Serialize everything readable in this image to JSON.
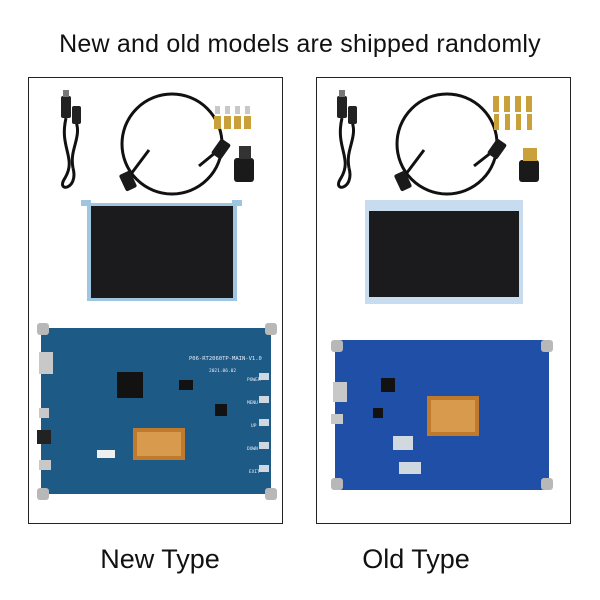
{
  "title": "New and old models are shipped randomly",
  "panels": [
    {
      "caption": "New Type",
      "board_label": "P06-RT2060TP-MAIN-V1.0",
      "board_date": "2021.06.02",
      "side_buttons": [
        "POWER",
        "MENU",
        "UP",
        "DOWN",
        "EXIT"
      ],
      "colors": {
        "board": "#1d5a86",
        "screen_frame": "#9fc6e0"
      }
    },
    {
      "caption": "Old Type",
      "colors": {
        "board": "#1f4fa6",
        "screen_frame": "#c8dcf0"
      }
    }
  ]
}
